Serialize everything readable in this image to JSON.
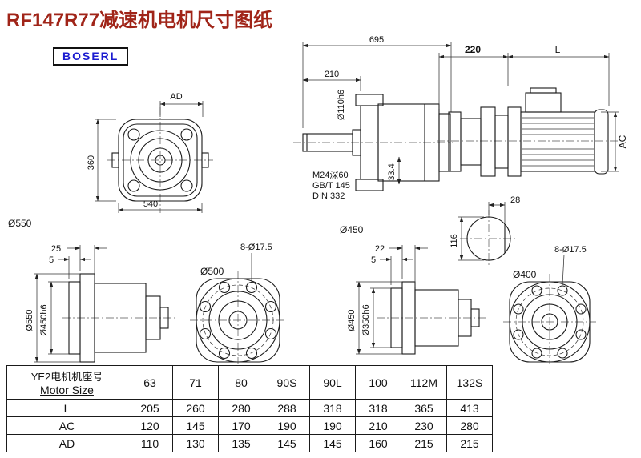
{
  "page": {
    "title": "RF147R77减速机电机尺寸图纸",
    "brand": "BOSERL"
  },
  "colors": {
    "title": "#a02418",
    "brand": "#1b1bd0",
    "line": "#1a1a1a"
  },
  "dims": {
    "front": {
      "ad": "AD",
      "h360": "360",
      "w540": "540",
      "d550": "Ø550"
    },
    "side": {
      "w695": "695",
      "w210": "210",
      "shaft_d": "Ø110h6",
      "thread": "M24深60",
      "gbt": "GB/T 145",
      "din": "DIN 332",
      "h334": "33.4",
      "d450": "Ø450"
    },
    "motor": {
      "w220": "220",
      "len": "L",
      "ac": "AC"
    },
    "shaft": {
      "w28": "28",
      "h116": "116"
    },
    "flange_a": {
      "w25": "25",
      "w5": "5",
      "d550": "Ø550",
      "d450h6": "Ø450h6",
      "d500": "Ø500",
      "holes": "8-Ø17.5"
    },
    "flange_b": {
      "w22": "22",
      "w5": "5",
      "d450": "Ø450",
      "d350h6": "Ø350h6",
      "d400": "Ø400",
      "holes": "8-Ø17.5"
    }
  },
  "table": {
    "header_cn": "YE2电机机座号",
    "header_en": "Motor Size",
    "sizes": [
      "63",
      "71",
      "80",
      "90S",
      "90L",
      "100",
      "112M",
      "132S"
    ],
    "rows": [
      {
        "label": "L",
        "values": [
          "205",
          "260",
          "280",
          "288",
          "318",
          "318",
          "365",
          "413"
        ]
      },
      {
        "label": "AC",
        "values": [
          "120",
          "145",
          "170",
          "190",
          "190",
          "210",
          "230",
          "280"
        ]
      },
      {
        "label": "AD",
        "values": [
          "110",
          "130",
          "135",
          "145",
          "145",
          "160",
          "215",
          "215"
        ]
      }
    ]
  }
}
